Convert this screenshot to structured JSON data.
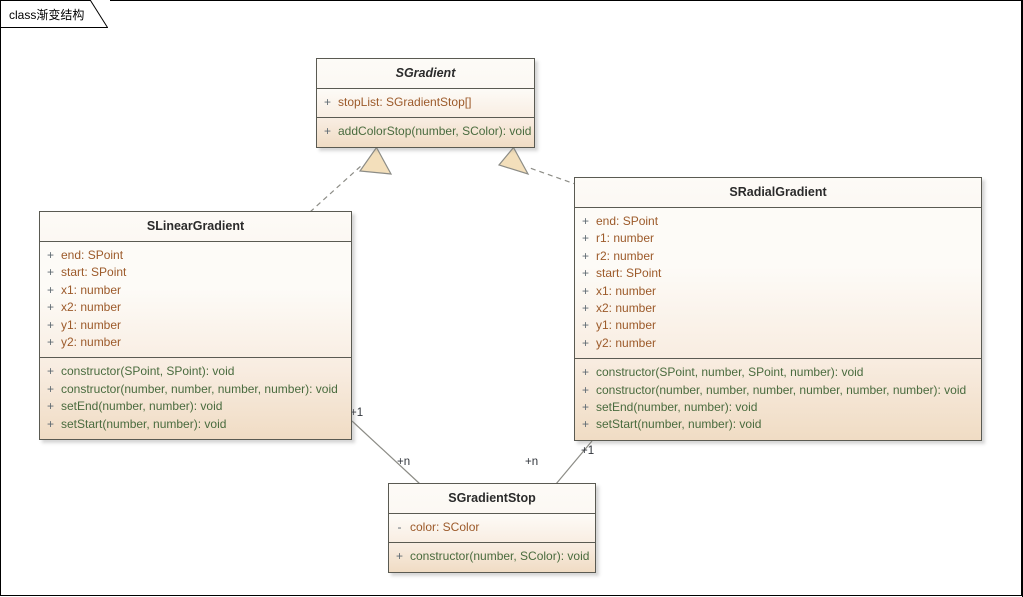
{
  "frame": {
    "tab_label": "class渐变结构"
  },
  "classes": [
    {
      "id": "sgradient",
      "name": "SGradient",
      "abstract": true,
      "attributes": [
        {
          "visibility": "+",
          "text": "stopList: SGradientStop[]"
        }
      ],
      "methods": [
        {
          "visibility": "+",
          "text": "addColorStop(number, SColor): void"
        }
      ]
    },
    {
      "id": "slineargradient",
      "name": "SLinearGradient",
      "abstract": false,
      "attributes": [
        {
          "visibility": "+",
          "text": "end: SPoint"
        },
        {
          "visibility": "+",
          "text": "start: SPoint"
        },
        {
          "visibility": "+",
          "text": "x1: number"
        },
        {
          "visibility": "+",
          "text": "x2: number"
        },
        {
          "visibility": "+",
          "text": "y1: number"
        },
        {
          "visibility": "+",
          "text": "y2: number"
        }
      ],
      "methods": [
        {
          "visibility": "+",
          "text": "constructor(SPoint, SPoint): void"
        },
        {
          "visibility": "+",
          "text": "constructor(number, number, number, number): void"
        },
        {
          "visibility": "+",
          "text": "setEnd(number, number): void"
        },
        {
          "visibility": "+",
          "text": "setStart(number, number): void"
        }
      ]
    },
    {
      "id": "sradialgradient",
      "name": "SRadialGradient",
      "abstract": false,
      "attributes": [
        {
          "visibility": "+",
          "text": "end: SPoint"
        },
        {
          "visibility": "+",
          "text": "r1: number"
        },
        {
          "visibility": "+",
          "text": "r2: number"
        },
        {
          "visibility": "+",
          "text": "start: SPoint"
        },
        {
          "visibility": "+",
          "text": "x1: number"
        },
        {
          "visibility": "+",
          "text": "x2: number"
        },
        {
          "visibility": "+",
          "text": "y1: number"
        },
        {
          "visibility": "+",
          "text": "y2: number"
        }
      ],
      "methods": [
        {
          "visibility": "+",
          "text": "constructor(SPoint, number, SPoint, number): void"
        },
        {
          "visibility": "+",
          "text": "constructor(number, number, number, number, number, number): void"
        },
        {
          "visibility": "+",
          "text": "setEnd(number, number): void"
        },
        {
          "visibility": "+",
          "text": "setStart(number, number): void"
        }
      ]
    },
    {
      "id": "sgradientstop",
      "name": "SGradientStop",
      "abstract": false,
      "attributes": [
        {
          "visibility": "-",
          "text": "color: SColor"
        }
      ],
      "methods": [
        {
          "visibility": "+",
          "text": "constructor(number, SColor): void"
        }
      ]
    }
  ],
  "relationships": [
    {
      "id": "linear-to-gradient",
      "type": "generalization",
      "from": "SLinearGradient",
      "to": "SGradient",
      "style": "dashed"
    },
    {
      "id": "radial-to-gradient",
      "type": "generalization",
      "from": "SRadialGradient",
      "to": "SGradient",
      "style": "dashed"
    },
    {
      "id": "linear-to-stop",
      "type": "association",
      "from": "SLinearGradient",
      "to": "SGradientStop",
      "style": "solid",
      "source_multiplicity": "+1",
      "target_multiplicity": "+n"
    },
    {
      "id": "radial-to-stop",
      "type": "association",
      "from": "SRadialGradient",
      "to": "SGradientStop",
      "style": "solid",
      "source_multiplicity": "+1",
      "target_multiplicity": "+n"
    }
  ],
  "multiplicity_labels": [
    {
      "id": "linear-source",
      "text": "+1"
    },
    {
      "id": "linear-target",
      "text": "+n"
    },
    {
      "id": "radial-target",
      "text": "+n"
    },
    {
      "id": "radial-source",
      "text": "+1"
    }
  ],
  "colors": {
    "box_border": "#5a5a52",
    "box_fill_top": "#fdfbf7",
    "box_fill_bottom": "#f0dcc4",
    "attribute_text": "#9c5a2a",
    "method_text": "#496b3e",
    "title_text": "#2b2b2b",
    "visibility_text": "#5f6a72",
    "connector_line": "#8c8c86",
    "arrow_fill": "#f3dfbb",
    "canvas": "#ffffff"
  }
}
